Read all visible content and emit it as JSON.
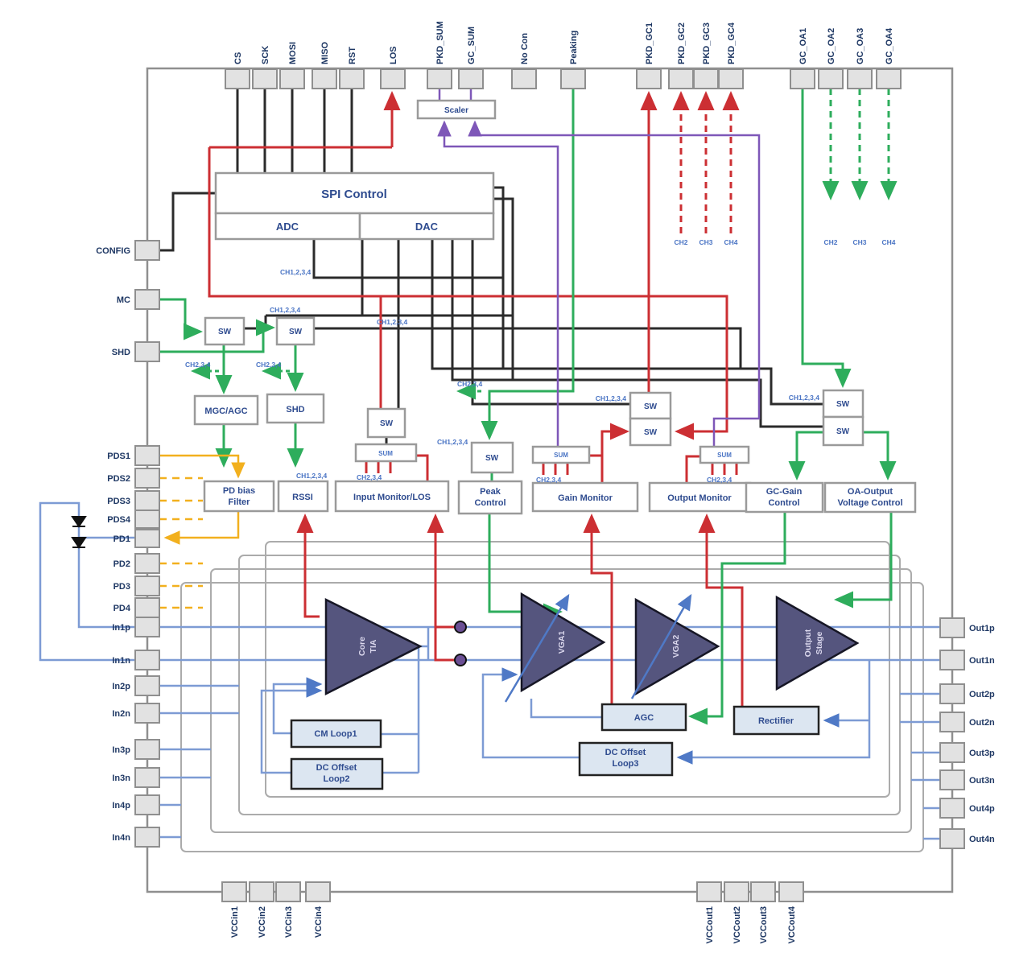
{
  "pins": {
    "top": [
      "CS",
      "SCK",
      "MOSI",
      "MISO",
      "RST",
      "LOS",
      "PKD_SUM",
      "GC_SUM",
      "No Con",
      "Peaking",
      "PKD_GC1",
      "PKD_GC2",
      "PKD_GC3",
      "PKD_GC4",
      "GC_OA1",
      "GC_OA2",
      "GC_OA3",
      "GC_OA4"
    ],
    "left": [
      "CONFIG",
      "MC",
      "SHD",
      "PDS1",
      "PDS2",
      "PDS3",
      "PDS4",
      "PD1",
      "PD2",
      "PD3",
      "PD4",
      "In1p",
      "In1n",
      "In2p",
      "In2n",
      "In3p",
      "In3n",
      "In4p",
      "In4n"
    ],
    "right": [
      "Out1p",
      "Out1n",
      "Out2p",
      "Out2n",
      "Out3p",
      "Out3n",
      "Out4p",
      "Out4n"
    ],
    "bottom": [
      "VCCin1",
      "VCCin2",
      "VCCin3",
      "VCCin4",
      "VCCout1",
      "VCCout2",
      "VCCout3",
      "VCCout4"
    ]
  },
  "blocks": {
    "spi": "SPI Control",
    "adc": "ADC",
    "dac": "DAC",
    "scaler": "Scaler",
    "sw": "SW",
    "sum": "SUM",
    "mgc": "MGC/AGC",
    "shd": "SHD",
    "pd_bias1": "PD bias",
    "pd_bias2": "Filter",
    "rssi": "RSSI",
    "input_mon": "Input Monitor/LOS",
    "peak1": "Peak",
    "peak2": "Control",
    "gain_mon": "Gain Monitor",
    "out_mon": "Output Monitor",
    "gc1": "GC-Gain",
    "gc2": "Control",
    "oa1": "OA-Output",
    "oa2": "Voltage Control",
    "agc": "AGC",
    "rectifier": "Rectifier",
    "cm_loop1": "CM Loop1",
    "dc_offset": "DC Offset",
    "loop2": "Loop2",
    "loop3": "Loop3",
    "core1": "Core",
    "core2": "TIA",
    "vga1": "VGA1",
    "vga2": "VGA2",
    "os1": "Output",
    "os2": "Stage"
  },
  "bus": {
    "ch1234": "CH1,2,3,4",
    "ch234": "CH2,3,4",
    "ch2": "CH2",
    "ch3": "CH3",
    "ch4": "CH4"
  },
  "colors": {
    "black": "#2b2b2b",
    "red": "#cc2f33",
    "green": "#2ead5c",
    "purple": "#7e57b8",
    "yellow": "#f2b01e",
    "blue": "#7d9bd4",
    "blue_dark": "#4f79c6",
    "gray": "#ababab",
    "triangle": "#55557e"
  }
}
